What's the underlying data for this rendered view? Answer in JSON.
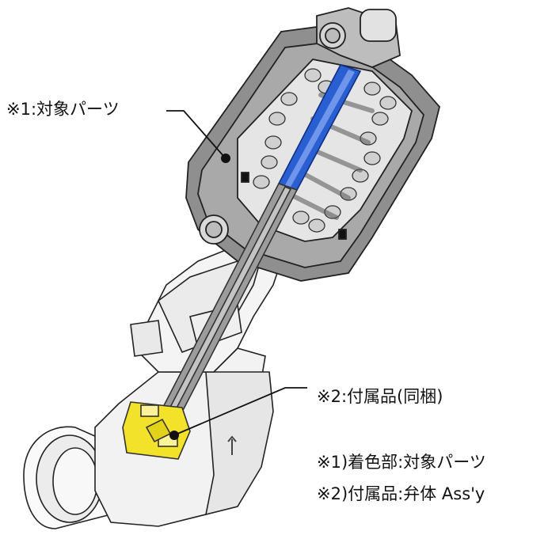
{
  "callouts": {
    "target_part": "※1:対象パーツ",
    "accessory": "※2:付属品(同梱)"
  },
  "notes": {
    "note1": "※1)着色部:対象パーツ",
    "note2": "※2)付属品:弁体 Ass'y"
  },
  "colors": {
    "target_part": "#2a5fd1",
    "accessory": "#f2e22a",
    "body_outline": "#222222",
    "body_gray": "#9c9c9c"
  }
}
